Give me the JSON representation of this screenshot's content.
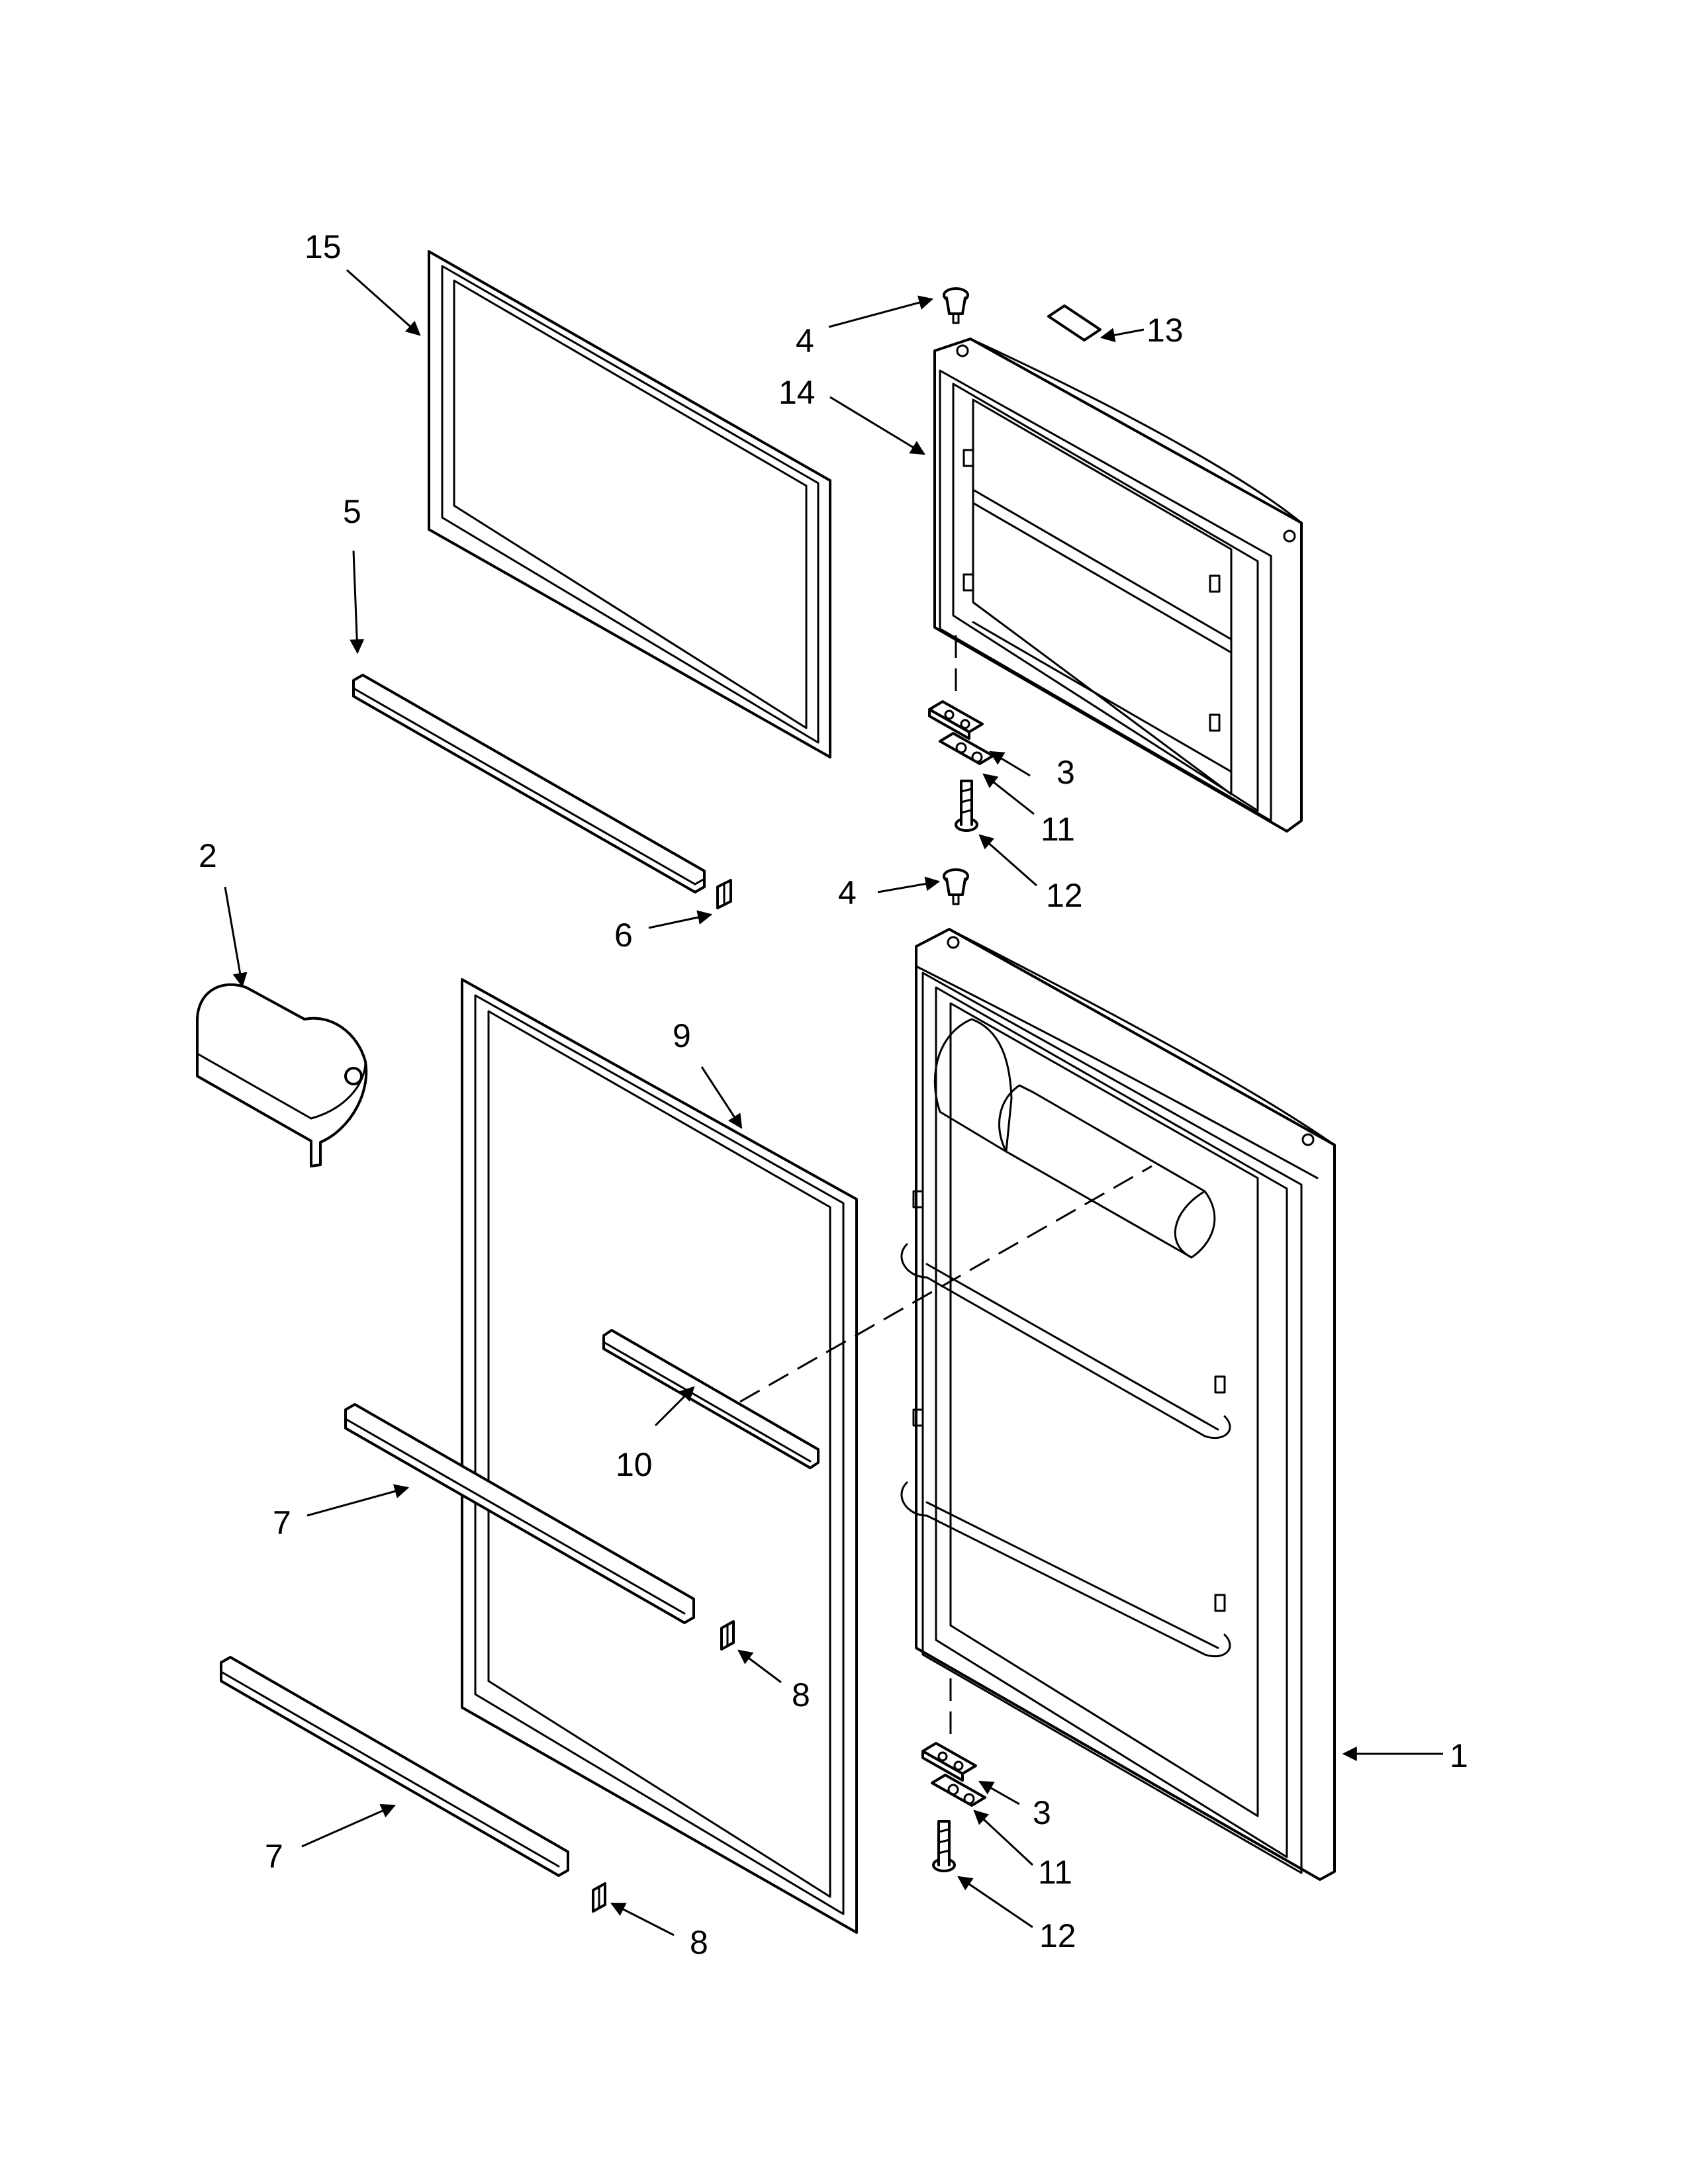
{
  "callouts": [
    {
      "id": "c15",
      "text": "15"
    },
    {
      "id": "c5",
      "text": "5"
    },
    {
      "id": "c4a",
      "text": "4"
    },
    {
      "id": "c13",
      "text": "13"
    },
    {
      "id": "c14",
      "text": "14"
    },
    {
      "id": "c3a",
      "text": "3"
    },
    {
      "id": "c11a",
      "text": "11"
    },
    {
      "id": "c12a",
      "text": "12"
    },
    {
      "id": "c2",
      "text": "2"
    },
    {
      "id": "c4b",
      "text": "4"
    },
    {
      "id": "c6",
      "text": "6"
    },
    {
      "id": "c9",
      "text": "9"
    },
    {
      "id": "c10",
      "text": "10"
    },
    {
      "id": "c7a",
      "text": "7"
    },
    {
      "id": "c8a",
      "text": "8"
    },
    {
      "id": "c7b",
      "text": "7"
    },
    {
      "id": "c8b",
      "text": "8"
    },
    {
      "id": "c1",
      "text": "1"
    },
    {
      "id": "c3b",
      "text": "3"
    },
    {
      "id": "c11b",
      "text": "11"
    },
    {
      "id": "c12b",
      "text": "12"
    }
  ]
}
